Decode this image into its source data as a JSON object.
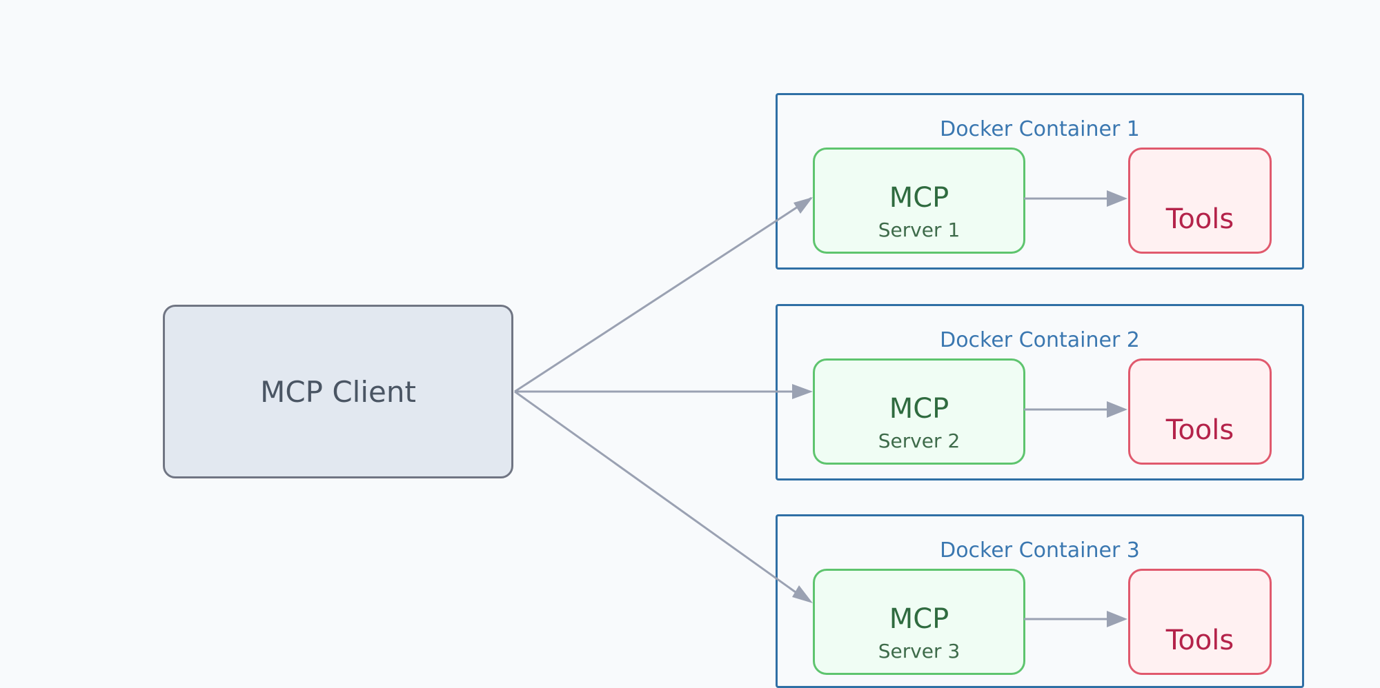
{
  "diagram": {
    "client": {
      "label": "MCP Client"
    },
    "containers": [
      {
        "title": "Docker Container 1",
        "server": {
          "line1": "MCP",
          "line2": "Server 1"
        },
        "tools": {
          "label": "Tools"
        }
      },
      {
        "title": "Docker Container 2",
        "server": {
          "line1": "MCP",
          "line2": "Server 2"
        },
        "tools": {
          "label": "Tools"
        }
      },
      {
        "title": "Docker Container 3",
        "server": {
          "line1": "MCP",
          "line2": "Server 3"
        },
        "tools": {
          "label": "Tools"
        }
      }
    ]
  },
  "colors": {
    "background": "#f8fafc",
    "client_fill": "#e2e8f0",
    "client_border": "#707583",
    "container_border": "#2f6fa5",
    "container_title": "#3a77b0",
    "server_fill": "#f0fdf4",
    "server_border": "#5ec46e",
    "tools_fill": "#fff1f2",
    "tools_border": "#e0596d",
    "tools_text": "#b4234a",
    "arrow": "#9aa1b2"
  }
}
